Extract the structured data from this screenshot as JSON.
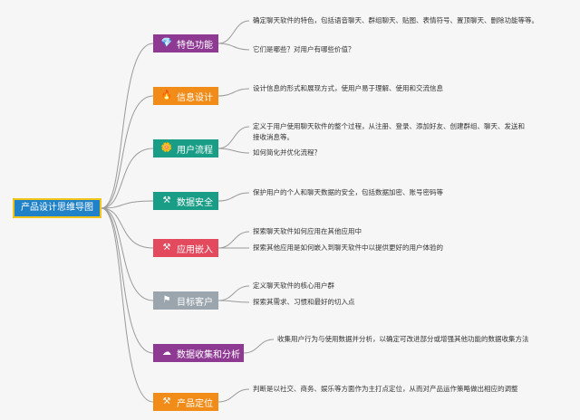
{
  "root": {
    "label": "产品设计思维导图"
  },
  "topics": [
    {
      "label": "特色功能",
      "icon": "gem-icon",
      "glyph": "💎",
      "color": "#8e3a93",
      "notes": [
        "确定聊天软件的特色，包括语音聊天、群组聊天、贴图、表情符号、置顶聊天、删除功能等等。",
        "它们是哪些？对用户有哪些价值？"
      ]
    },
    {
      "label": "信息设计",
      "icon": "flame-icon",
      "glyph": "🔥",
      "color": "#f28c18",
      "notes": [
        "设计信息的形式和展现方式，使用户易于理解、使用和交流信息"
      ]
    },
    {
      "label": "用户流程",
      "icon": "flower-icon",
      "glyph": "🌼",
      "color": "#1a9d86",
      "notes": [
        "定义于用户使用聊天软件的整个过程，从注册、登录、添加好友、创建群组、聊天、发送和接收消息等。",
        "如何简化并优化流程？"
      ]
    },
    {
      "label": "数据安全",
      "icon": "tools-icon",
      "glyph": "⚒",
      "color": "#1a9d86",
      "notes": [
        "保护用户的个人和聊天数据的安全，包括数据加密、账号密码等"
      ]
    },
    {
      "label": "应用嵌入",
      "icon": "tools-icon",
      "glyph": "⚒",
      "color": "#e34a5e",
      "notes": [
        "探索聊天软件如何应用在其他应用中",
        "探索其他应用是如何嵌入到聊天软件中以提供更好的用户体验的"
      ]
    },
    {
      "label": "目标客户",
      "icon": "flag-icon",
      "glyph": "⚑",
      "color": "#9aa5ad",
      "notes": [
        "定义聊天软件的核心用户群",
        "探索其需求、习惯和最好的切入点"
      ]
    },
    {
      "label": "数据收集和分析",
      "icon": "cloud-icon",
      "glyph": "☁",
      "color": "#8e3a93",
      "notes": [
        "收集用户行为与使用数据并分析，以确定可改进部分或增强其他功能的数据收集方法"
      ]
    },
    {
      "label": "产品定位",
      "icon": "tools-icon",
      "glyph": "⚒",
      "color": "#f28c18",
      "notes": [
        "判断是以社交、商务、娱乐等方面作为主打点定位，从而对产品运作策略做出相应的调整"
      ]
    }
  ],
  "style": {
    "root_color": "#1f82c8",
    "root_border": "#f0c419",
    "connector_color": "#9a9a9a"
  }
}
